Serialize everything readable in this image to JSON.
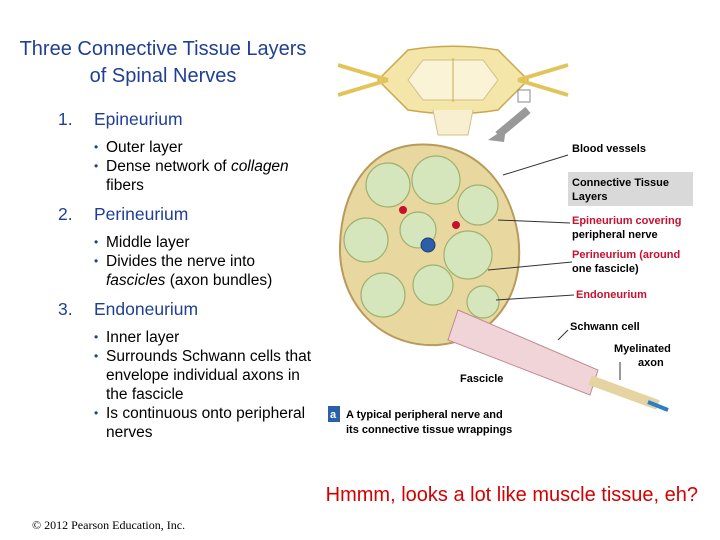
{
  "title": "Three Connective Tissue Layers of Spinal Nerves",
  "sections": [
    {
      "number": "1.",
      "heading": "Epineurium",
      "bullets": [
        {
          "text": "Outer layer"
        },
        {
          "before": "Dense network of ",
          "italic": "collagen",
          "after": " fibers"
        }
      ]
    },
    {
      "number": "2.",
      "heading": "Perineurium",
      "bullets": [
        {
          "text": "Middle layer"
        },
        {
          "before": "Divides the nerve into ",
          "italic": "fascicles",
          "after": " (axon bundles)"
        }
      ]
    },
    {
      "number": "3.",
      "heading": "Endoneurium",
      "bullets": [
        {
          "text": "Inner layer"
        },
        {
          "text": "Surrounds Schwann cells that envelope individual axons in the fascicle"
        },
        {
          "text": "Is continuous onto peripheral nerves"
        }
      ]
    }
  ],
  "figure": {
    "blood_vessels": "Blood vessels",
    "box_title_1": "Connective Tissue",
    "box_title_2": "Layers",
    "epineurium_1": "Epineurium covering",
    "epineurium_2": "peripheral nerve",
    "perineurium_1": "Perineurium (around",
    "perineurium_2": "one fascicle)",
    "endoneurium": "Endoneurium",
    "schwann": "Schwann cell",
    "myelinated_1": "Myelinated",
    "myelinated_2": "axon",
    "fascicle": "Fascicle",
    "badge": "a",
    "caption_1": "A typical peripheral nerve and",
    "caption_2": "its connective tissue wrappings"
  },
  "note": "Hmmm, looks a lot like muscle tissue, eh?",
  "copyright": "© 2012 Pearson Education, Inc.",
  "colors": {
    "title": "#1f3f95",
    "note": "#d40000",
    "red_label": "#c8102e",
    "box": "#d9d9d9"
  }
}
